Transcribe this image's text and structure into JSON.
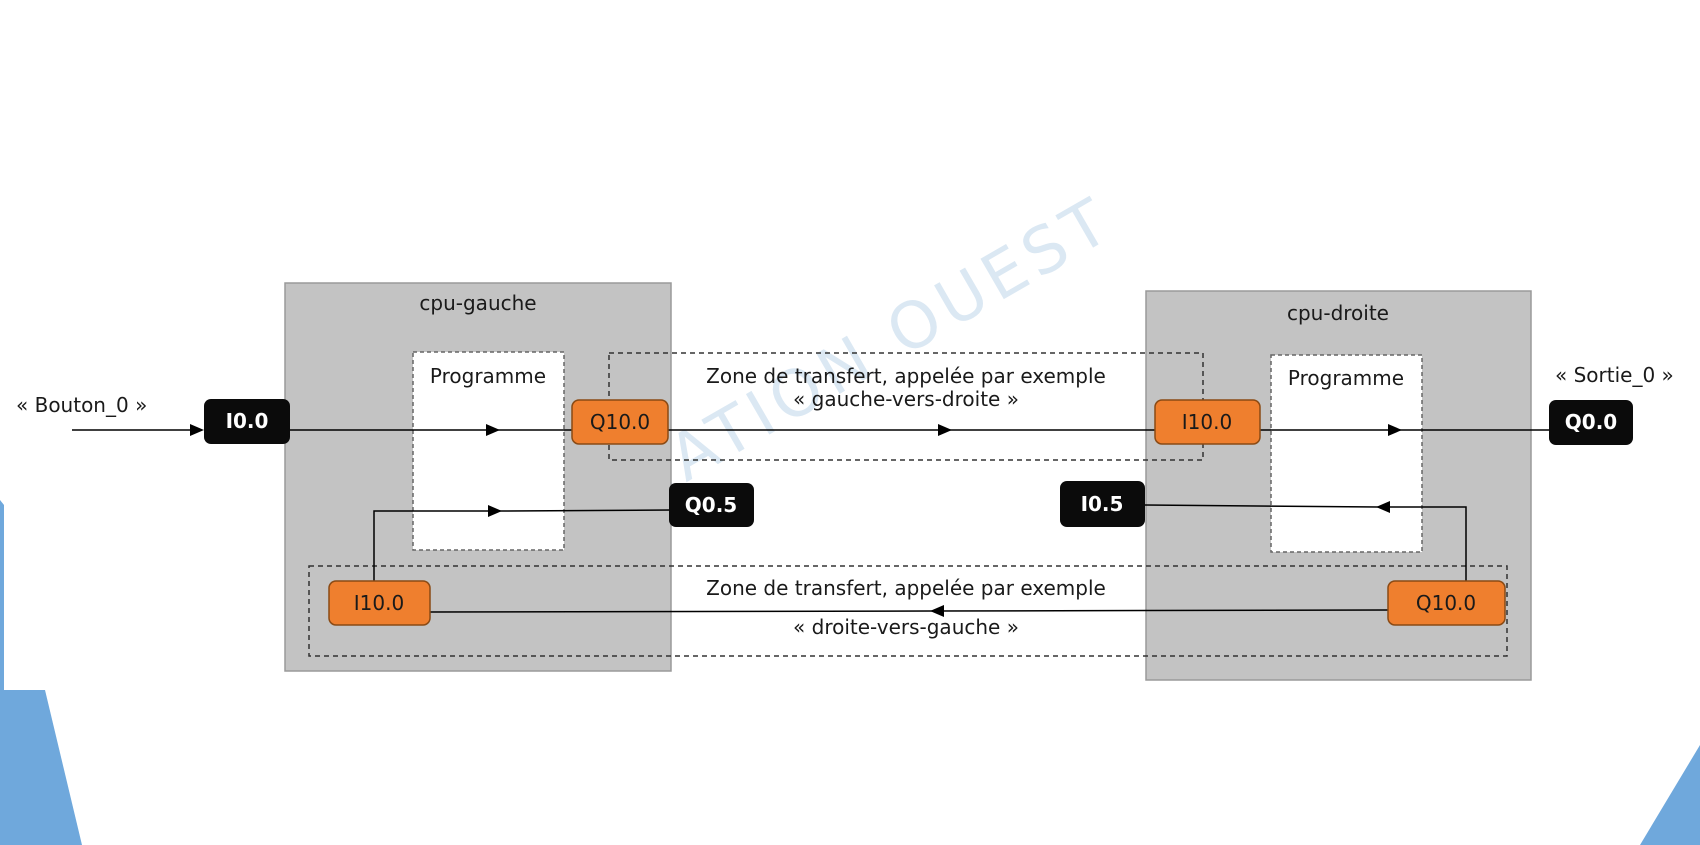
{
  "cpu_left": {
    "title": "cpu-gauche",
    "program_label": "Programme"
  },
  "cpu_right": {
    "title": "cpu-droite",
    "program_label": "Programme"
  },
  "transfer_top": {
    "line1": "Zone de transfert, appelée par exemple",
    "line2": "« gauche-vers-droite »"
  },
  "transfer_bottom": {
    "line1": "Zone de transfert, appelée par exemple",
    "line2": "« droite-vers-gauche »"
  },
  "inputs": {
    "bouton": "« Bouton_0 »",
    "sortie": "« Sortie_0 »"
  },
  "addresses": {
    "left_in": "I0.0",
    "left_q10": "Q10.0",
    "left_q05": "Q0.5",
    "left_i10": "I10.0",
    "right_i10": "I10.0",
    "right_i05": "I0.5",
    "right_q10": "Q10.0",
    "right_out": "Q0.0"
  },
  "watermark": "ALT FORMATION OUEST",
  "colors": {
    "cpu_box": "#c3c3c3",
    "orange_tag": "#ef7f2e",
    "black_tag": "#0b0b0b",
    "accent_blue": "#6fa8dc",
    "watermark": "#dbe8f3"
  }
}
